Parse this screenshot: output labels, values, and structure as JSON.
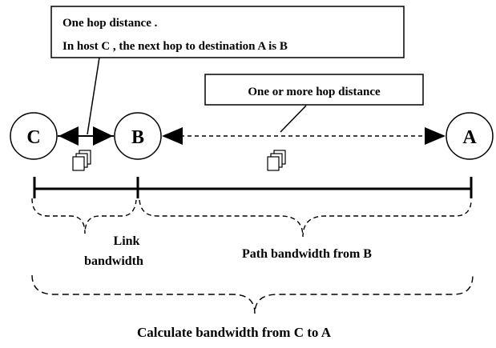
{
  "nodes": {
    "c": "C",
    "b": "B",
    "a": "A"
  },
  "callouts": {
    "one_hop_line1": "One hop distance .",
    "one_hop_line2": "In host C , the next hop to destination  A is  B",
    "multi_hop": "One  or more hop distance"
  },
  "labels": {
    "link_line1": "Link",
    "link_line2": "bandwidth",
    "path_bandwidth": "Path  bandwidth  from  B",
    "calculate": "Calculate  bandwidth  from  C  to A"
  },
  "icons": {
    "packet_icon": "stacked-pages-icon"
  }
}
